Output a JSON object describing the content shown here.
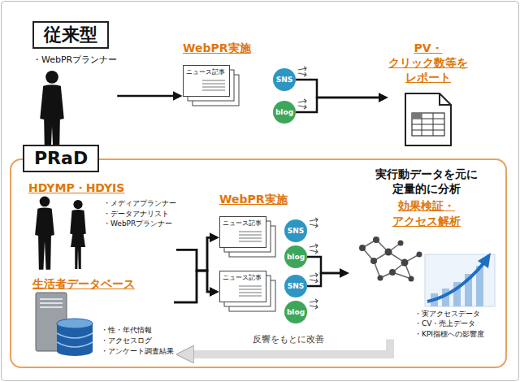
{
  "diagram": {
    "nodes": [
      {
        "text": [
          "従来型"
        ]
      },
      {
        "text": [
          "・WebPRプランナー"
        ]
      },
      {
        "text": [
          "WebPR実施",
          "ニュース記事"
        ]
      },
      {
        "text": [
          "SNS"
        ]
      },
      {
        "text": [
          "blog"
        ]
      },
      {
        "text": [
          "PV・クリック数等を レポート"
        ]
      },
      {
        "text": [
          "PRaD"
        ]
      },
      {
        "text": [
          "HDYMP・HDYIS",
          "・メディアプランナー",
          "・データアナリスト",
          "・WebPRプランナー"
        ],
        "in": 6
      },
      {
        "text": [
          "生活者データベース",
          "・性・年代情報",
          "・アクセスログ",
          "・アンケート調査結果"
        ],
        "in": 6
      },
      {
        "text": [
          "WebPR実施",
          "ニュース記事"
        ],
        "in": 6
      },
      {
        "text": [
          "SNS"
        ],
        "in": 6
      },
      {
        "text": [
          "blog"
        ],
        "in": 6
      },
      {
        "text": [
          "ニュース記事"
        ],
        "in": 6
      },
      {
        "text": [
          "SNS"
        ],
        "in": 6
      },
      {
        "text": [
          "blog"
        ],
        "in": 6
      },
      {
        "text": [
          "実行動データを元に 定量的に分析",
          "効果検証・ アクセス解析",
          "・実アクセスデータ",
          "・CV・売上データ",
          "・KPI指標への影響度"
        ],
        "in": 6
      }
    ],
    "edges": [
      {
        "from": 1,
        "to": 2,
        "arrow": "to"
      },
      {
        "from": 3,
        "to": 5,
        "arrow": "to"
      },
      {
        "from": 4,
        "to": 5,
        "arrow": "to"
      },
      {
        "from": 7,
        "to": 9,
        "arrow": "to"
      },
      {
        "from": 7,
        "to": 12,
        "arrow": "to"
      },
      {
        "from": 8,
        "to": 9,
        "arrow": "to"
      },
      {
        "from": 8,
        "to": 12,
        "arrow": "to"
      },
      {
        "from": 11,
        "to": 15,
        "arrow": "to"
      },
      {
        "from": 13,
        "to": 15,
        "arrow": "to"
      },
      {
        "from": 15,
        "to": 8,
        "label": "反響をもとに改善",
        "arrow": "to"
      }
    ]
  }
}
